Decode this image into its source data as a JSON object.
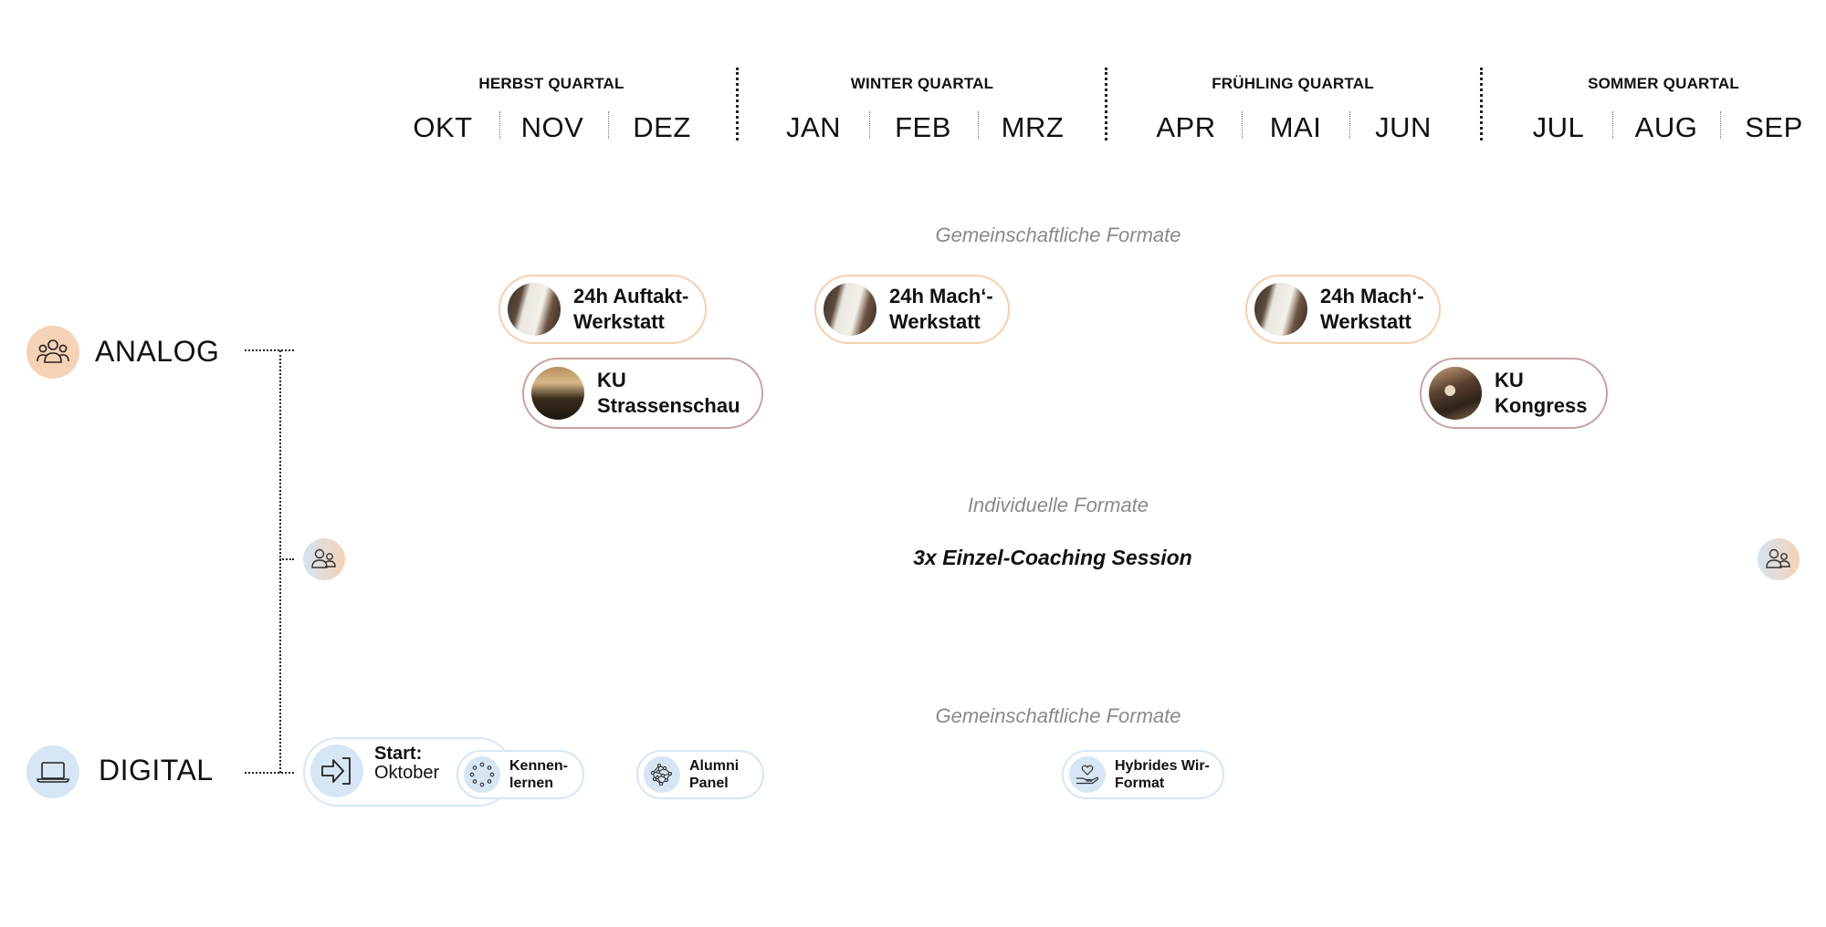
{
  "timeline": {
    "quarters": [
      {
        "label": "HERBST QUARTAL",
        "months": [
          "OKT",
          "NOV",
          "DEZ"
        ]
      },
      {
        "label": "WINTER QUARTAL",
        "months": [
          "JAN",
          "FEB",
          "MRZ"
        ]
      },
      {
        "label": "FRÜHLING QUARTAL",
        "months": [
          "APR",
          "MAI",
          "JUN"
        ]
      },
      {
        "label": "SOMMER QUARTAL",
        "months": [
          "JUL",
          "AUG",
          "SEP"
        ]
      }
    ]
  },
  "channels": {
    "analog": {
      "label": "ANALOG",
      "icon": "group-icon",
      "color": "#f6d2b6"
    },
    "digital": {
      "label": "DIGITAL",
      "icon": "laptop-icon",
      "color": "#d6e6f4"
    }
  },
  "sections": {
    "analog_shared": "Gemeinschaftliche Formate",
    "individual": "Individuelle Formate",
    "digital_shared": "Gemeinschaftliche Formate"
  },
  "analog_events": [
    {
      "line1": "24h Auftakt-",
      "line2": "Werkstatt",
      "month": "NOV",
      "border": "#f6cfad"
    },
    {
      "line1": "24h Mach‘-",
      "line2": "Werkstatt",
      "month": "FEB",
      "border": "#f6cfad"
    },
    {
      "line1": "24h Mach‘-",
      "line2": "Werkstatt",
      "month": "MAI",
      "border": "#f6cfad"
    },
    {
      "line1": "KU",
      "line2": "Strassenschau",
      "month": "NOV",
      "border": "#c9a1a1"
    },
    {
      "line1": "KU",
      "line2": "Kongress",
      "month": "JUN",
      "border": "#c9a1a1"
    }
  ],
  "individual": {
    "label": "3x Einzel-Coaching Session",
    "icon": "people-icon"
  },
  "digital_events": {
    "start": {
      "title": "Start:",
      "subtitle": "Oktober",
      "icon": "enter-arrow-icon"
    },
    "items": [
      {
        "line1": "Kennen-",
        "line2": "lernen",
        "icon": "circle-dots-icon"
      },
      {
        "line1": "Alumni",
        "line2": "Panel",
        "icon": "network-icon"
      },
      {
        "line1": "Hybrides Wir-",
        "line2": "Format",
        "icon": "hand-heart-icon"
      }
    ]
  }
}
